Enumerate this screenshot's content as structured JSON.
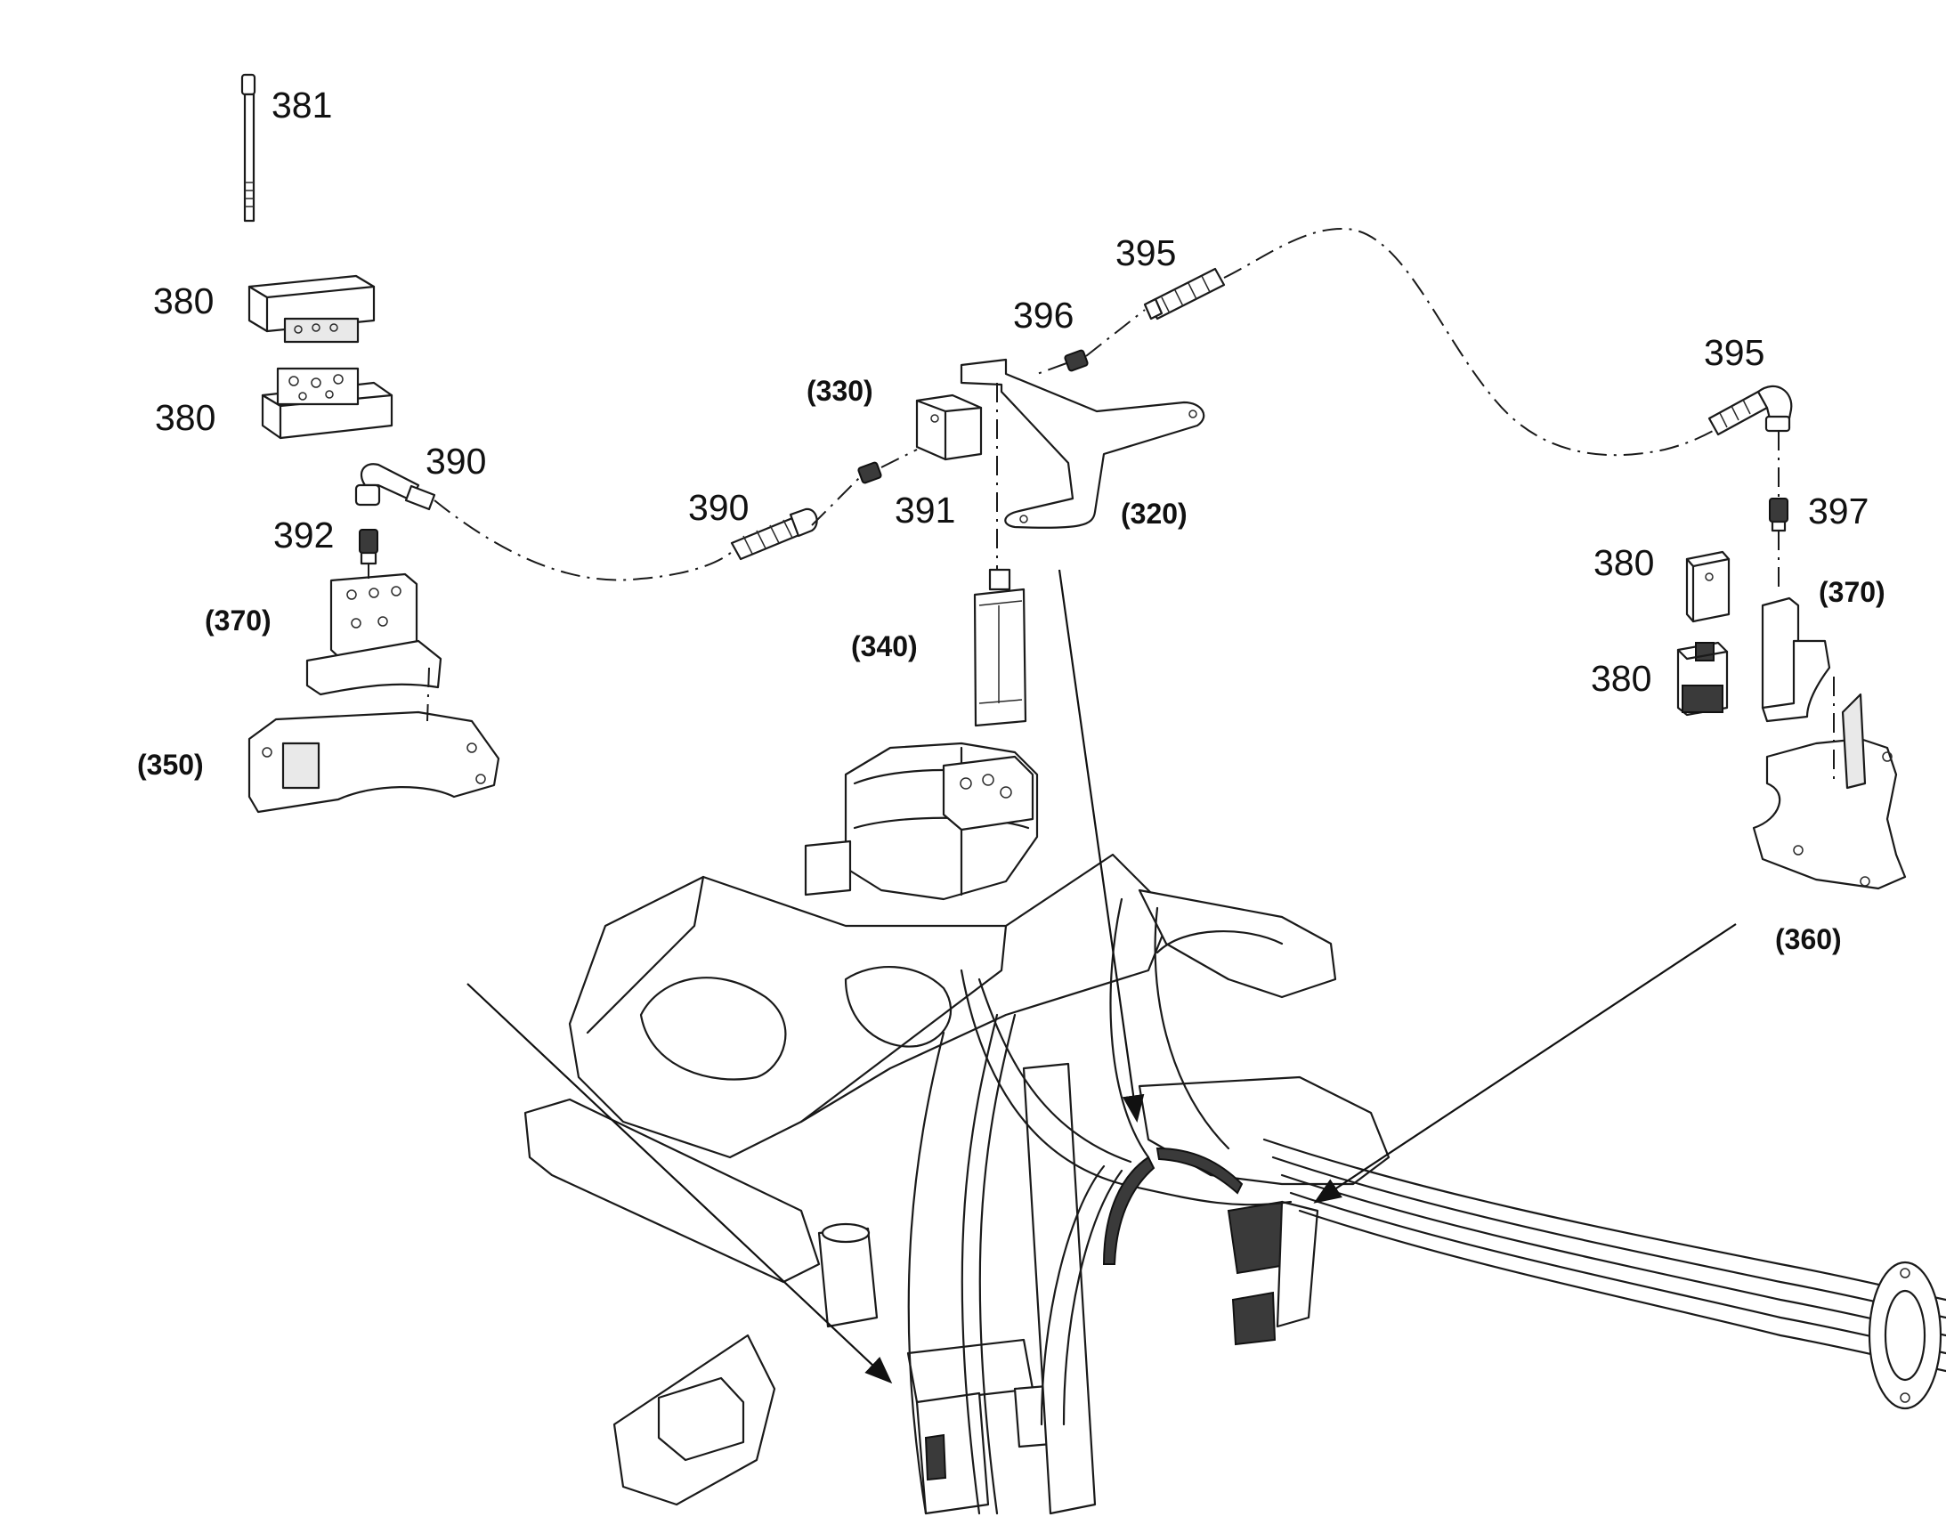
{
  "labels": {
    "p381": "381",
    "p380_a": "380",
    "p380_b": "380",
    "p390_left": "390",
    "p392": "392",
    "p370_left": "(370)",
    "p350": "(350)",
    "p330": "(330)",
    "p390_mid": "390",
    "p391": "391",
    "p396": "396",
    "p395_top": "395",
    "p320": "(320)",
    "p340": "(340)",
    "p395_right": "395",
    "p397": "397",
    "p380_c": "380",
    "p380_d": "380",
    "p370_right": "(370)",
    "p360": "(360)"
  }
}
